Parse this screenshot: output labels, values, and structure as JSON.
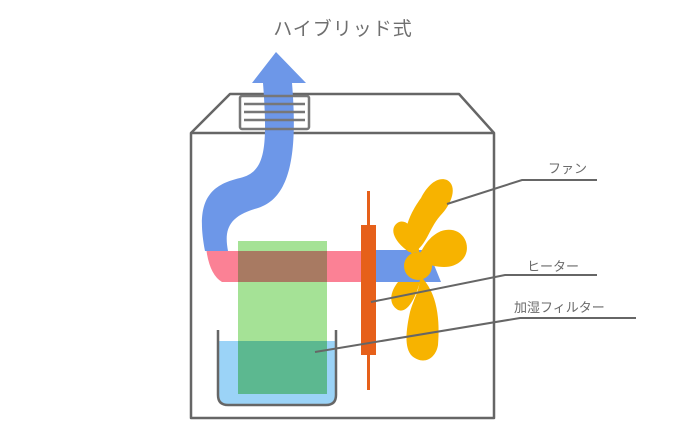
{
  "title": "ハイブリッド式",
  "labels": {
    "fan": "ファン",
    "heater": "ヒーター",
    "filter": "加湿フィルター"
  },
  "colors": {
    "outline": "#666666",
    "air_flow": "#6d97e8",
    "heated_air": "#fb8195",
    "filter": "#a5e296",
    "filter_water_overlap": "#5cb890",
    "filter_heat_overlap": "#a87a62",
    "water": "#9bd3f7",
    "heater": "#e6601a",
    "fan": "#f7b300"
  },
  "icons": [
    "vent-grille-icon",
    "fan-icon"
  ]
}
